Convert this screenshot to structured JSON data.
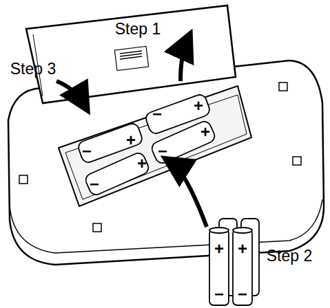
{
  "diagram": {
    "labels": [
      "Step 1",
      "Step 3",
      "+",
      "−",
      "+",
      "−",
      "+",
      "−",
      "+",
      "−",
      "+",
      "+",
      "−",
      "−",
      "Step 2"
    ]
  }
}
